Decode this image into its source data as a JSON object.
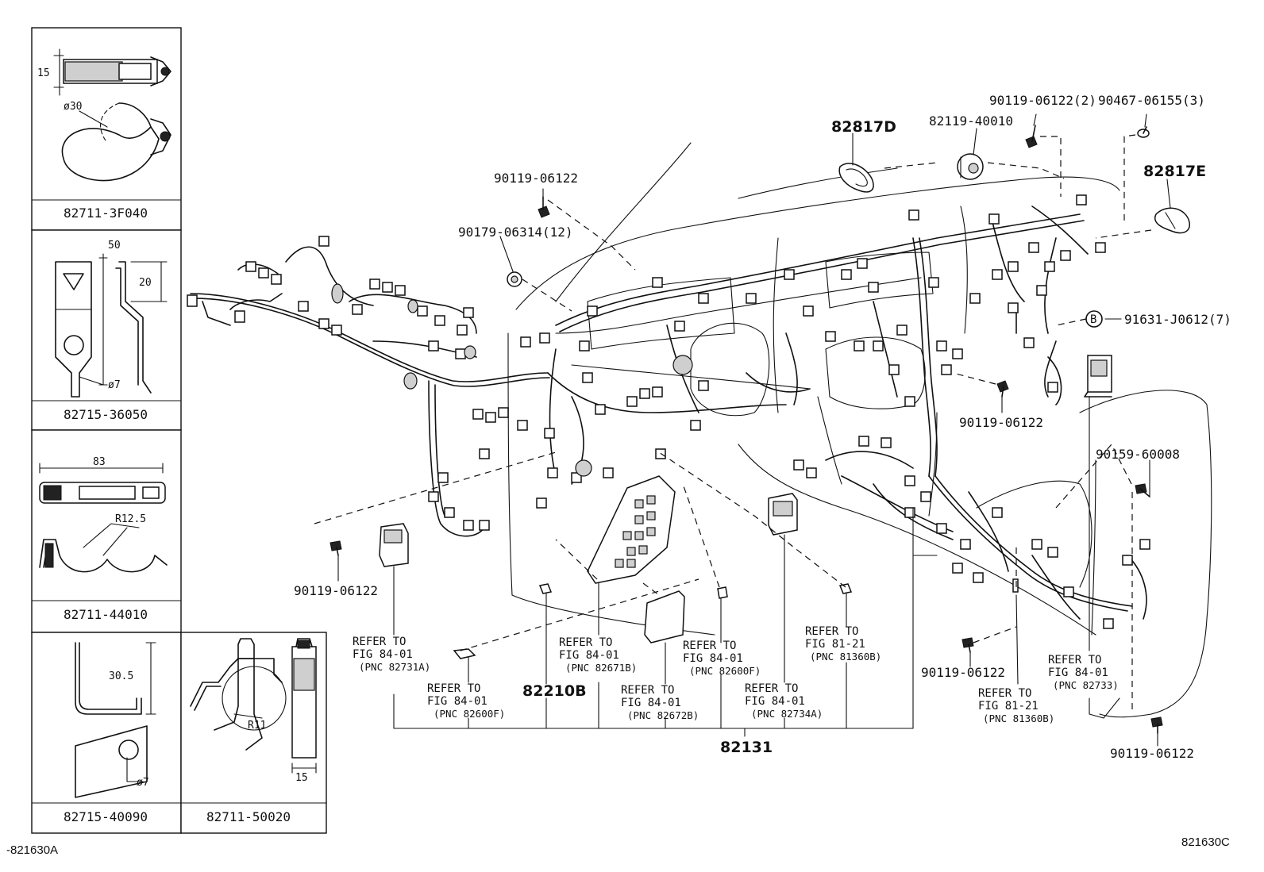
{
  "diagram_id_left": "-821630A",
  "diagram_id_right": "821630C",
  "clip_parts": [
    {
      "part_number": "82711-3F040",
      "dimensions": [
        "15",
        "ø30"
      ]
    },
    {
      "part_number": "82715-36050",
      "dimensions": [
        "50",
        "20",
        "ø7"
      ]
    },
    {
      "part_number": "82711-44010",
      "dimensions": [
        "83",
        "R12.5"
      ]
    },
    {
      "part_number": "82715-40090",
      "dimensions": [
        "30.5",
        "ø7"
      ]
    },
    {
      "part_number": "82711-50020",
      "dimensions": [
        "R11",
        "15"
      ]
    }
  ],
  "callouts": {
    "p_90119_06122_2": "90119-06122(2)",
    "p_90467_06155_3": "90467-06155(3)",
    "p_82119_40010": "82119-40010",
    "p_82817d": "82817D",
    "p_82817e": "82817E",
    "p_90119_06122_top": "90119-06122",
    "p_90179_06314_12": "90179-06314(12)",
    "b_marker": "B",
    "p_91631_j0612_7": "91631-J0612(7)",
    "p_90119_06122_mid": "90119-06122",
    "p_90159_60008": "90159-60008",
    "p_90119_06122_left": "90119-06122",
    "p_90119_06122_lower": "90119-06122",
    "p_90119_06122_br": "90119-06122",
    "p_82210b": "82210B",
    "p_82131": "82131"
  },
  "refers": [
    {
      "line1": "REFER TO",
      "line2": "FIG 84-01",
      "line3": "(PNC 82731A)"
    },
    {
      "line1": "REFER TO",
      "line2": "FIG 84-01",
      "line3": "(PNC 82600F)"
    },
    {
      "line1": "REFER TO",
      "line2": "FIG 84-01",
      "line3": "(PNC 82671B)"
    },
    {
      "line1": "REFER TO",
      "line2": "FIG 84-01",
      "line3": "(PNC 82672B)"
    },
    {
      "line1": "REFER TO",
      "line2": "FIG 84-01",
      "line3": "(PNC 82600F)"
    },
    {
      "line1": "REFER TO",
      "line2": "FIG 84-01",
      "line3": "(PNC 82734A)"
    },
    {
      "line1": "REFER TO",
      "line2": "FIG 81-21",
      "line3": "(PNC 81360B)"
    },
    {
      "line1": "REFER TO",
      "line2": "FIG 81-21",
      "line3": "(PNC 81360B)"
    },
    {
      "line1": "REFER TO",
      "line2": "FIG 84-01",
      "line3": "(PNC 82733)"
    }
  ]
}
